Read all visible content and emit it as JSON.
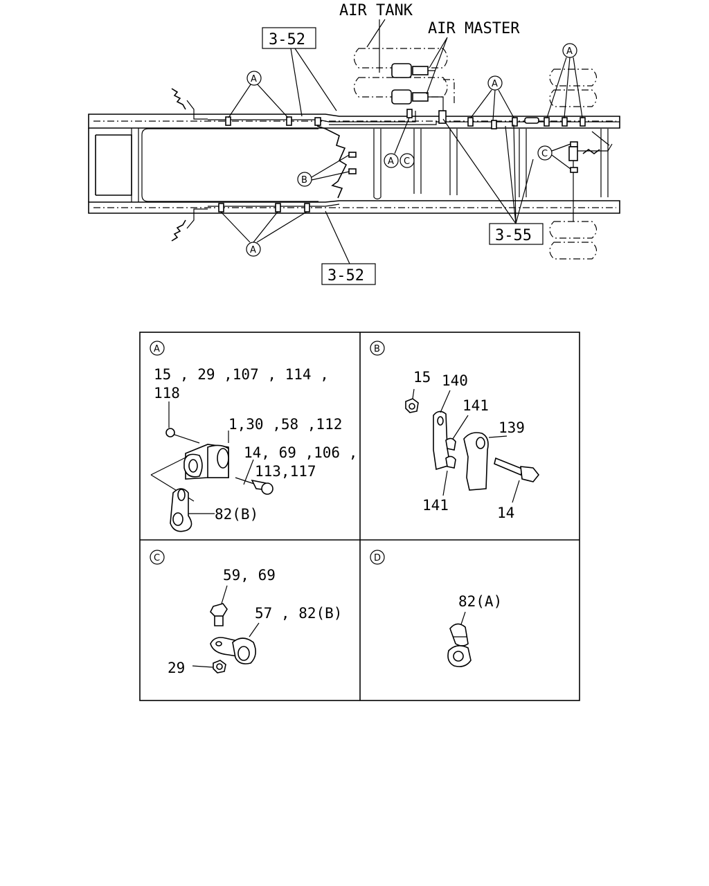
{
  "overview": {
    "air_tank": "AIR TANK",
    "air_master": "AIR MASTER",
    "ref_top_left": "3-52",
    "ref_bottom": "3-52",
    "ref_right": "3-55",
    "callouts": {
      "top_left_a": "A",
      "top_right_a": "A",
      "mid_right_a": "A",
      "center_a": "A",
      "center_c": "C",
      "left_b": "B",
      "right_c": "C",
      "bottom_a": "A"
    }
  },
  "detail_panels": [
    {
      "letter": "A",
      "labels": [
        "15 , 29 ,107 , 114 ,",
        "118",
        "1,30 ,58 ,112",
        "14, 69 ,106 ,",
        "113,117",
        "82(B)"
      ]
    },
    {
      "letter": "B",
      "labels": [
        "15",
        "140",
        "141",
        "139",
        "141",
        "14"
      ]
    },
    {
      "letter": "C",
      "labels": [
        "59, 69",
        "57 , 82(B)",
        "29"
      ]
    },
    {
      "letter": "D",
      "labels": [
        "82(A)"
      ]
    }
  ]
}
